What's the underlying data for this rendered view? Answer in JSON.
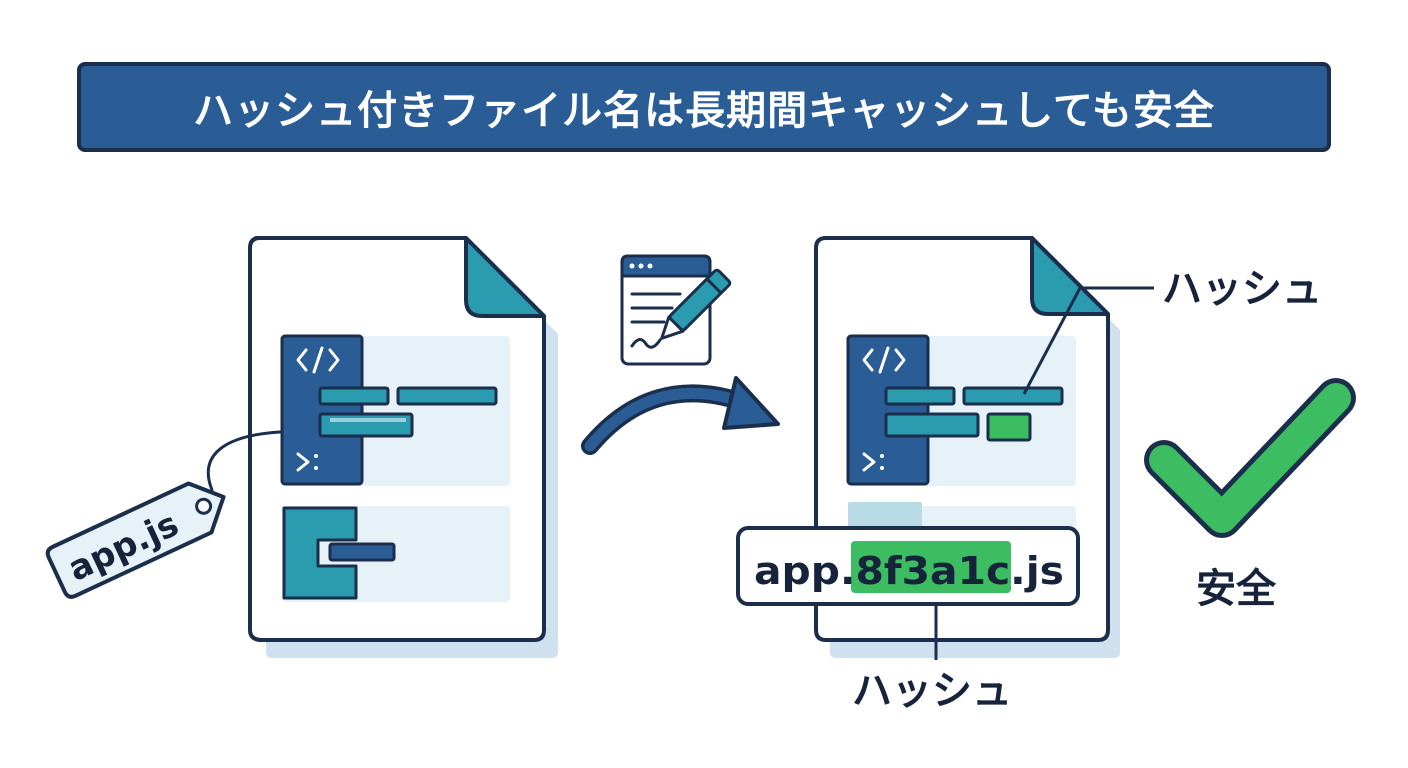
{
  "title": "ハッシュ付きファイル名は長期間キャッシュしても安全",
  "original_file": {
    "tag_label": "app.js"
  },
  "hashed_file": {
    "name_prefix": "app.",
    "name_hash": "8f3a1c",
    "name_suffix": ".js"
  },
  "labels": {
    "hash_top": "ハッシュ",
    "hash_bottom": "ハッシュ",
    "safe": "安全"
  },
  "colors": {
    "navy": "#1b2f4d",
    "blue": "#2a5d96",
    "teal": "#2b9bb0",
    "green": "#3dbd62",
    "light_blue": "#e6f2f8",
    "shadow": "#cfe0ef"
  },
  "icons": {
    "code": "code-brackets-icon",
    "terminal": "terminal-prompt-icon",
    "edit": "document-edit-icon",
    "arrow": "curved-arrow-icon",
    "check": "checkmark-icon"
  }
}
